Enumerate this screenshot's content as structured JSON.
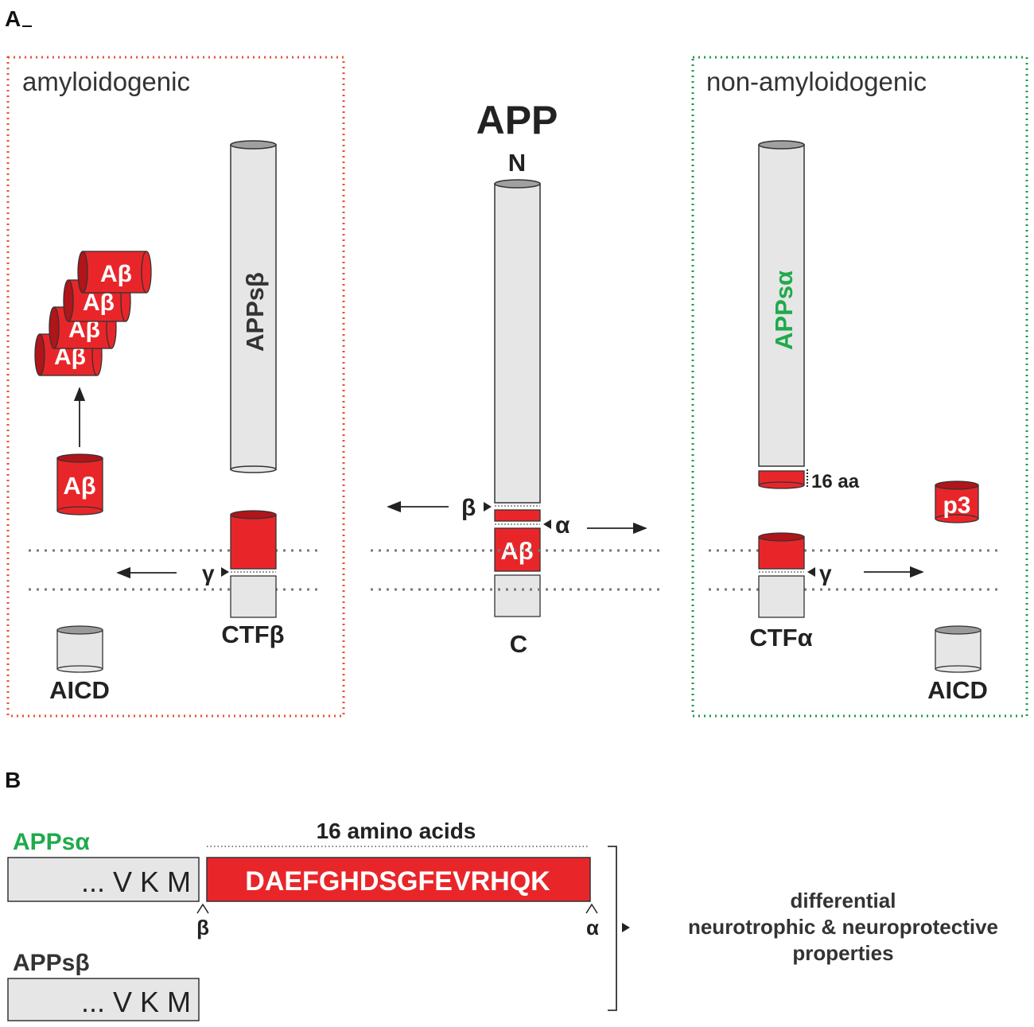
{
  "panel_a": {
    "label": "A",
    "amyloidogenic": {
      "title": "amyloidogenic",
      "fragment": "APPsβ",
      "ctf": "CTFβ",
      "aicd": "AICD",
      "gamma": "γ",
      "monomer": "Aβ",
      "oligomer_labels": [
        "Aβ",
        "Aβ",
        "Aβ",
        "Aβ"
      ]
    },
    "center": {
      "title": "APP",
      "n_term": "N",
      "c_term": "C",
      "beta": "β",
      "alpha": "α",
      "abeta": "Aβ"
    },
    "non_amyloidogenic": {
      "title": "non-amyloidogenic",
      "fragment": "APPsα",
      "aa": "16 aa",
      "p3": "p3",
      "gamma": "γ",
      "ctf": "CTFα",
      "aicd": "AICD"
    }
  },
  "panel_b": {
    "label": "B",
    "appsa_label": "APPsα",
    "appsb_label": "APPsβ",
    "seq_end_a": "... V K M",
    "seq_end_b": "... V K M",
    "amino_header": "16 amino acids",
    "sequence": "DAEFGHDSGFEVRHQK",
    "beta": "β",
    "alpha": "α",
    "properties": [
      "differential",
      "neurotrophic & neuroprotective",
      "properties"
    ]
  },
  "colors": {
    "red": "#e8262a",
    "dark_red": "#b0151a",
    "green": "#1faa4b",
    "gray": "#e6e6e6",
    "dark_gray": "#9a9a9a",
    "box_red": "#e8503a",
    "box_green": "#1f9a45"
  }
}
